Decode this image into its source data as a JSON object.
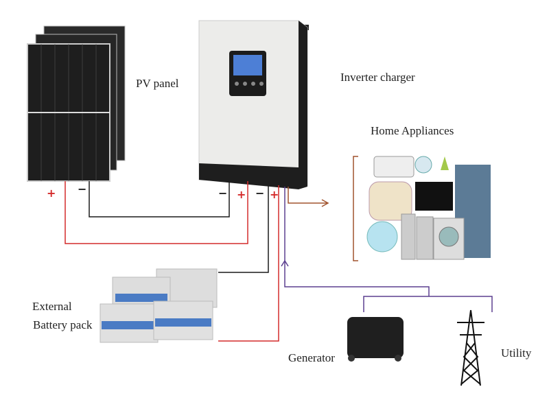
{
  "labels": {
    "pv_panel": "PV panel",
    "inverter": "Inverter charger",
    "appliances": "Home Appliances",
    "battery_line1": "External",
    "battery_line2": "Battery pack",
    "generator": "Generator",
    "utility": "Utility"
  },
  "terminals": {
    "plus": "+",
    "minus": "−"
  },
  "colors": {
    "positive": "#d42a2a",
    "negative": "#1a1a1a",
    "ac_out": "#a0522d",
    "ac_in": "#5b3f8f"
  }
}
